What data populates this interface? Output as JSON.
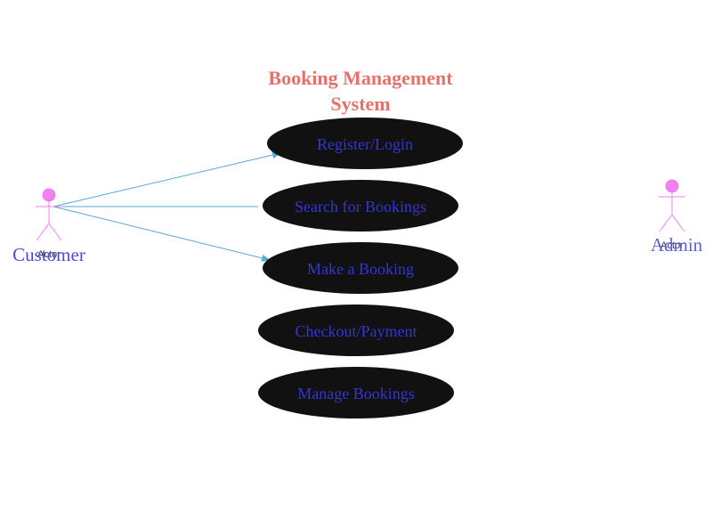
{
  "title": {
    "line1": "Booking Management",
    "line2": "System"
  },
  "actors": [
    {
      "name": "Customer",
      "stereotype": "Actor"
    },
    {
      "name": "Admin",
      "stereotype": "Actor"
    }
  ],
  "use_cases": [
    "Register/Login",
    "Search for Bookings",
    "Make a Booking",
    "Checkout/Payment",
    "Manage Bookings"
  ],
  "associations": [
    {
      "from": "Customer",
      "to": "Register/Login",
      "arrow": true
    },
    {
      "from": "Customer",
      "to": "Search for Bookings",
      "arrow": false
    },
    {
      "from": "Customer",
      "to": "Make a Booking",
      "arrow": true
    }
  ],
  "colors": {
    "title": "#e8706a",
    "use_case_fill": "#111111",
    "use_case_text": "#3535d6",
    "actor_figure": "#f07ff0",
    "actor_name": "#4a4ae0",
    "association_line": "#55aad8"
  }
}
